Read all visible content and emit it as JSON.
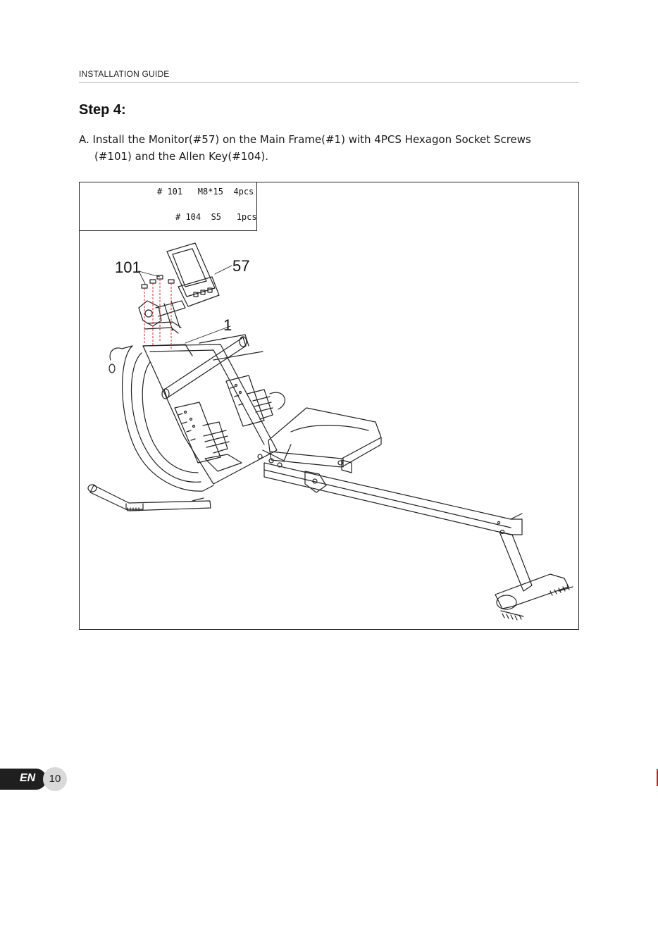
{
  "header": {
    "title": "INSTALLATION GUIDE"
  },
  "step": {
    "title": "Step 4:",
    "instruction_line1": "A. Install the Monitor(#57) on the Main Frame(#1) with 4PCS Hexagon Socket Screws",
    "instruction_line2": "(#101) and the Allen Key(#104)."
  },
  "parts": [
    {
      "text": "# 101   M8*15  4pcs",
      "icon": "hexagon-socket-screw-icon"
    },
    {
      "text": "# 104  S5   1pcs",
      "icon": "allen-key-icon"
    }
  ],
  "callouts": {
    "screws": "101",
    "monitor": "57",
    "main_frame": "1"
  },
  "footer": {
    "language": "EN",
    "page_number": "10"
  },
  "colors": {
    "accent_red": "#b3252a",
    "guide_red": "#d8262c",
    "line": "#222222"
  }
}
